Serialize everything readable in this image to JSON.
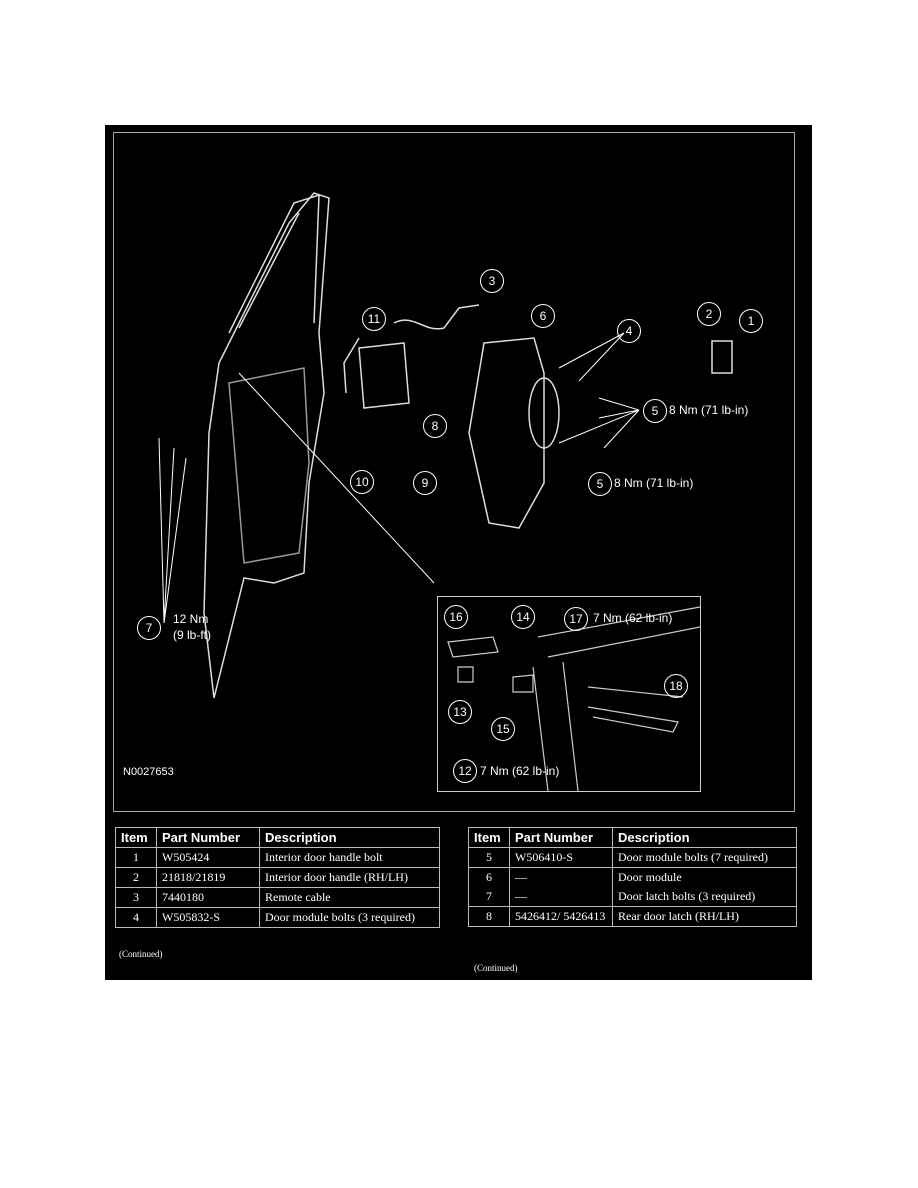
{
  "diagram": {
    "figure_id": "N0027653",
    "callouts": [
      "1",
      "2",
      "3",
      "4",
      "5",
      "5",
      "6",
      "7",
      "8",
      "9",
      "10",
      "11",
      "12",
      "13",
      "14",
      "15",
      "16",
      "17",
      "18"
    ],
    "torque": {
      "item5a": "8 Nm (71 lb-in)",
      "item5b": "8 Nm (71 lb-in)",
      "item7_line1": "12 Nm",
      "item7_line2": "(9 lb-ft)",
      "item17": "7 Nm (62 lb-in)",
      "item12": "7 Nm (62 lb-in)"
    }
  },
  "tables": [
    {
      "headers": [
        "Item",
        "Part Number",
        "Description"
      ],
      "rows": [
        [
          "1",
          "W505424",
          "Interior door handle bolt"
        ],
        [
          "2",
          "21818/21819",
          "Interior door handle (RH/LH)"
        ],
        [
          "3",
          "7440180",
          "Remote cable"
        ],
        [
          "4",
          "W505832-S",
          "Door module bolts (3 required)"
        ]
      ],
      "footer": "(Continued)"
    },
    {
      "headers": [
        "Item",
        "Part Number",
        "Description"
      ],
      "rows": [
        [
          "5",
          "W506410-S",
          "Door module bolts (7 required)"
        ],
        [
          "6",
          "—",
          "Door module"
        ],
        [
          "7",
          "—",
          "Door latch bolts (3 required)"
        ],
        [
          "8",
          "5426412/ 5426413",
          "Rear door latch (RH/LH)"
        ]
      ],
      "footer": "(Continued)"
    }
  ]
}
